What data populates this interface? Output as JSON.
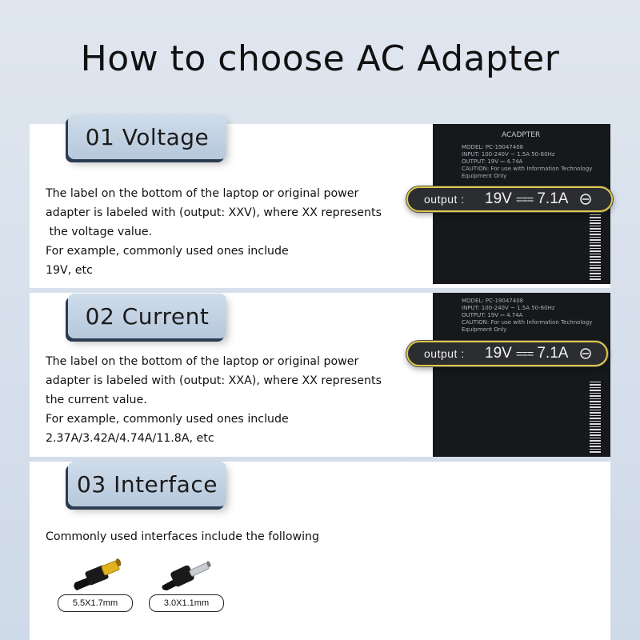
{
  "title": "How to choose AC Adapter",
  "sections": [
    {
      "heading": "01 Voltage",
      "lines": [
        "The label on the bottom of the laptop or original power",
        "adapter is labeled with (output: XXV), where XX represents",
        " the voltage value.",
        "For example, commonly used ones include",
        "19V, etc"
      ]
    },
    {
      "heading": "02 Current",
      "lines": [
        "The label on the bottom of the laptop or original power",
        "adapter is labeled with (output: XXA), where XX represents",
        "the current value.",
        "For example, commonly used ones include",
        "2.37A/3.42A/4.74A/11.8A, etc"
      ]
    },
    {
      "heading": "03 Interface",
      "lines": [
        "Commonly used interfaces include the following"
      ]
    }
  ],
  "adapter_label": {
    "header": "ACADPTER",
    "model": "MODEL: PC-19047408",
    "input": "INPUT: 100-240V ~ 1.5A 50-60Hz",
    "output": "OUTPUT: 19V ⎓ 4.74A",
    "caution": "CAUTION: For use with Information Technology Equipment Only"
  },
  "badges": [
    {
      "label": "output :",
      "voltage": "19V",
      "dc": "===",
      "current": "7.1A"
    },
    {
      "label": "output :",
      "voltage": "19V",
      "dc": "===",
      "current": "7.1A"
    }
  ],
  "connectors": [
    {
      "size": "5.5X1.7mm",
      "icon": "barrel-plug-icon"
    },
    {
      "size": "3.0X1.1mm",
      "icon": "barrel-plug-icon"
    }
  ],
  "colors": {
    "badge_border": "#e2c84a",
    "tab_fill": "#c3d3e4",
    "tab_shadow": "#2a3b52",
    "plug_tip": "#e0b21c"
  }
}
